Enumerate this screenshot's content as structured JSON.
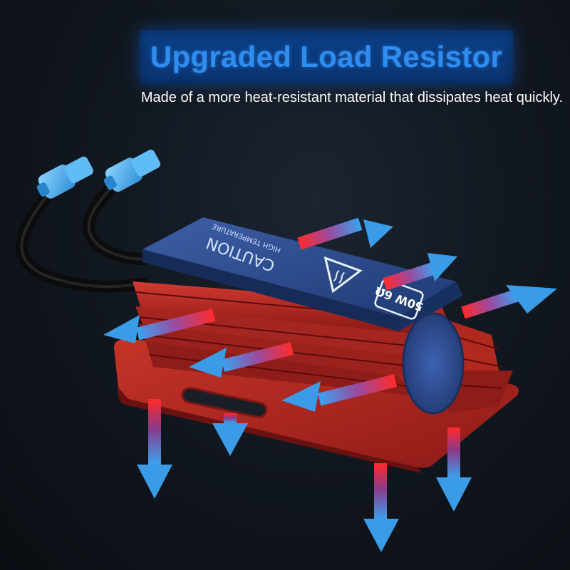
{
  "header": {
    "title": "Upgraded Load Resistor",
    "subtitle": "Made of a more heat-resistant material that dissipates heat quickly."
  },
  "product": {
    "label_caution": "CAUTION",
    "label_high_temp": "HIGH TEMPERATURE",
    "rating": "50W 6Ω"
  },
  "colors": {
    "body_red": "#b3231f",
    "label_blue": "#2b4a88",
    "arrow_blue": "#3a9be6",
    "terminal_blue": "#4fb0ef",
    "title_box": "#0a3f86",
    "title_text": "#2f8df0"
  }
}
